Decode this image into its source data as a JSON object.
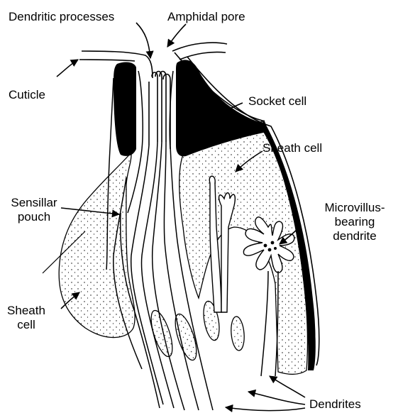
{
  "labels": {
    "dendritic_processes": "Dendritic processes",
    "amphidal_pore": "Amphidal pore",
    "cuticle": "Cuticle",
    "socket_cell": "Socket cell",
    "sheath_cell_right": "Sheath cell",
    "sensillar_pouch_1": "Sensillar",
    "sensillar_pouch_2": "pouch",
    "microvillus_1": "Microvillus-",
    "microvillus_2": "bearing",
    "microvillus_3": "dendrite",
    "sheath_cell_left_1": "Sheath",
    "sheath_cell_left_2": "cell",
    "dendrites": "Dendrites"
  },
  "colors": {
    "ink": "#000000",
    "stipple_fill": "#f4f4f4",
    "background": "#ffffff"
  }
}
